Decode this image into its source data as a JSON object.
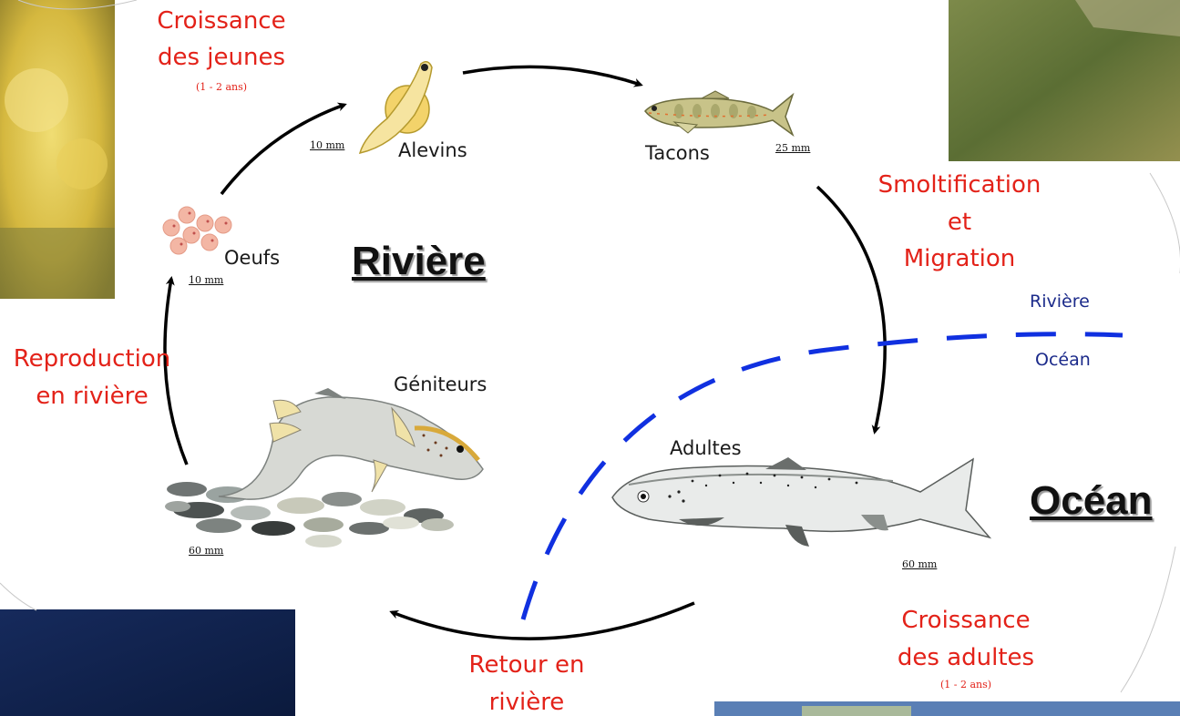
{
  "zones": {
    "river": "Rivière",
    "ocean": "Océan"
  },
  "stages": {
    "alevins": "Alevins",
    "tacons": "Tacons",
    "oeufs": "Oeufs",
    "geniteurs": "Géniteurs",
    "adultes": "Adultes"
  },
  "scales": {
    "alevins": "10 mm",
    "tacons": "25 mm",
    "oeufs": "10 mm",
    "geniteurs": "60 mm",
    "adultes": "60 mm"
  },
  "transitions": {
    "croissance_jeunes": {
      "line1": "Croissance",
      "line2": "des jeunes",
      "duration": "(1 - 2 ans)"
    },
    "smoltification": {
      "line1": "Smoltification",
      "line2": "et",
      "line3": "Migration"
    },
    "reproduction": {
      "line1": "Reproduction",
      "line2": "en rivière"
    },
    "retour": {
      "line1": "Retour en",
      "line2": "rivière"
    },
    "croissance_adultes": {
      "line1": "Croissance",
      "line2": "des adultes",
      "duration": "(1 - 2 ans)"
    }
  },
  "boundary": {
    "upper": "Rivière",
    "lower": "Océan"
  },
  "colors": {
    "transition_text": "#e32219",
    "boundary_line": "#1030e0",
    "boundary_text": "#1b2a8a",
    "arrow": "#000000"
  },
  "icons": [
    "fish-egg-icon",
    "alevin-icon",
    "tacon-fish-icon",
    "spawning-fish-icon",
    "adult-salmon-icon",
    "pebbles-icon"
  ]
}
